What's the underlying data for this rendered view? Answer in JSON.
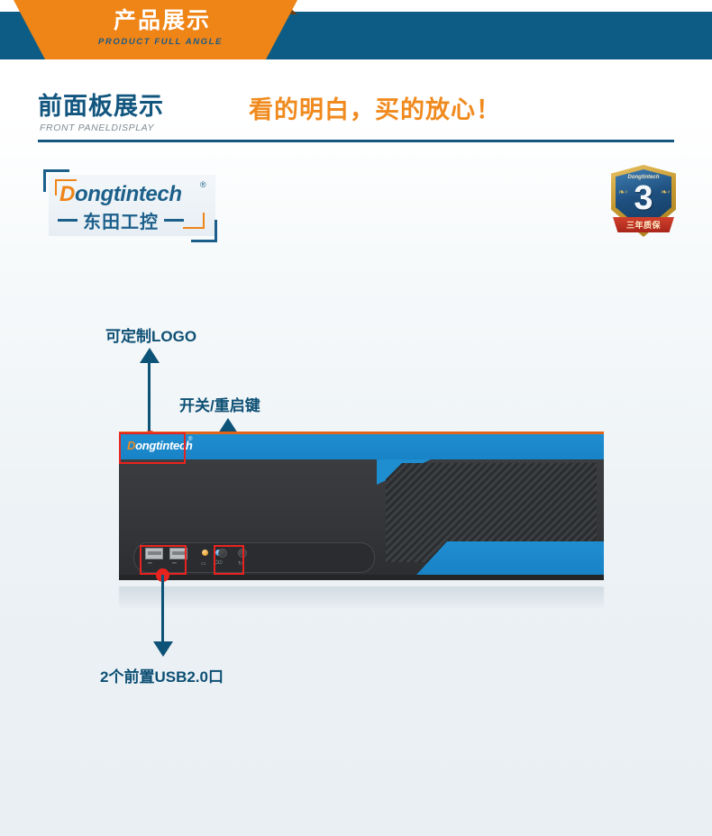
{
  "banner": {
    "title_cn": "产品展示",
    "subtitle_en": "PRODUCT FULL ANGLE",
    "bar_color": "#0d5c85",
    "ribbon_color": "#ef8417",
    "fold_color": "#6b3f12"
  },
  "section": {
    "title_cn": "前面板展示",
    "title_en": "FRONT PANELDISPLAY",
    "tagline_cn": "看的明白，买的放心！",
    "title_color": "#12567f",
    "tagline_color": "#f08a1e",
    "rule_color": "#15577e"
  },
  "brand_logo": {
    "name_en": "Dongtintech",
    "name_en_initial": "D",
    "name_en_rest": "ongtintech",
    "registered_mark": "®",
    "name_cn": "东田工控",
    "initial_color": "#ef8417",
    "text_color": "#1c5f8a"
  },
  "warranty_badge": {
    "brand": "Dongtintech",
    "years": "3",
    "ribbon_text": "三年质保",
    "frame_color": "#c79a30",
    "shield_color": "#1e4f7e",
    "ribbon_color": "#a9261a"
  },
  "callouts": [
    {
      "id": "logo",
      "label": "可定制LOGO",
      "arrow_direction": "up",
      "marker_color": "#e8231f"
    },
    {
      "id": "power",
      "label": "开关/重启键",
      "arrow_direction": "up",
      "marker_color": "#e8231f"
    },
    {
      "id": "usb",
      "label": "2个前置USB2.0口",
      "arrow_direction": "down",
      "marker_color": "#e8231f"
    }
  ],
  "chassis": {
    "front_logo_initial": "D",
    "front_logo_rest": "ongtintech",
    "front_logo_reg": "®",
    "accent_blue": "#1f8ed0",
    "accent_orange": "#e2631a",
    "body_color": "#343639",
    "highlight_box_color": "#e8231f",
    "io_ports": {
      "usb_count": 2,
      "usb_label": "USB2.0",
      "led_count": 2,
      "button_count": 2,
      "led_colors": [
        "#d88a18",
        "#1f7ec4"
      ]
    }
  }
}
